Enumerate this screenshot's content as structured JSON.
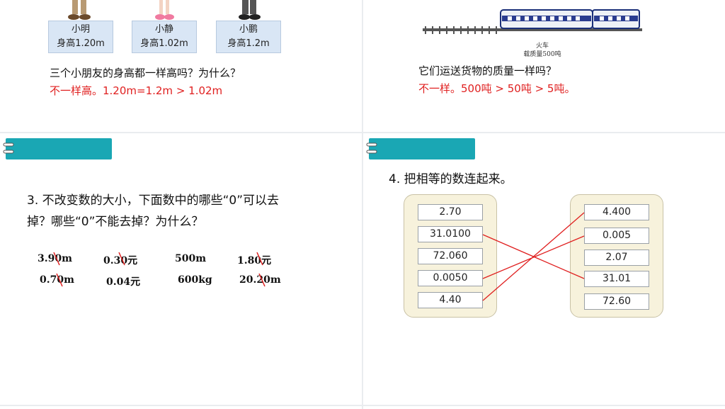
{
  "slide1": {
    "kids": [
      {
        "name": "小明",
        "height": "身高1.20m"
      },
      {
        "name": "小静",
        "height": "身高1.02m"
      },
      {
        "name": "小鹏",
        "height": "身高1.2m"
      }
    ],
    "question": "三个小朋友的身高都一样高吗？为什么？",
    "answer": "不一样高。1.20m=1.2m > 1.02m"
  },
  "slide2": {
    "train_label_1": "火车",
    "train_label_2": "载质量500吨",
    "question": "它们运送货物的质量一样吗？",
    "answer": "不一样。500吨 > 50吨 > 5吨。"
  },
  "slide3": {
    "question_line1": "3. 不改变数的大小，下面数中的哪些“0”可以去",
    "question_line2": "掉？哪些“0”不能去掉？为什么？",
    "row1": [
      "3.90m",
      "0.30元",
      "500m",
      "1.80元"
    ],
    "row2": [
      "0.70m",
      "0.04元",
      "600kg",
      "20.20m"
    ]
  },
  "slide4": {
    "title": "4. 把相等的数连起来。",
    "left": [
      "2.70",
      "31.0100",
      "72.060",
      "0.0050",
      "4.40"
    ],
    "right": [
      "4.400",
      "0.005",
      "2.07",
      "31.01",
      "72.60"
    ]
  },
  "colors": {
    "accent": "#1aa7b4",
    "answer": "#e02020",
    "panel": "#f7f2dc",
    "name_box": "#d9e6f5"
  }
}
